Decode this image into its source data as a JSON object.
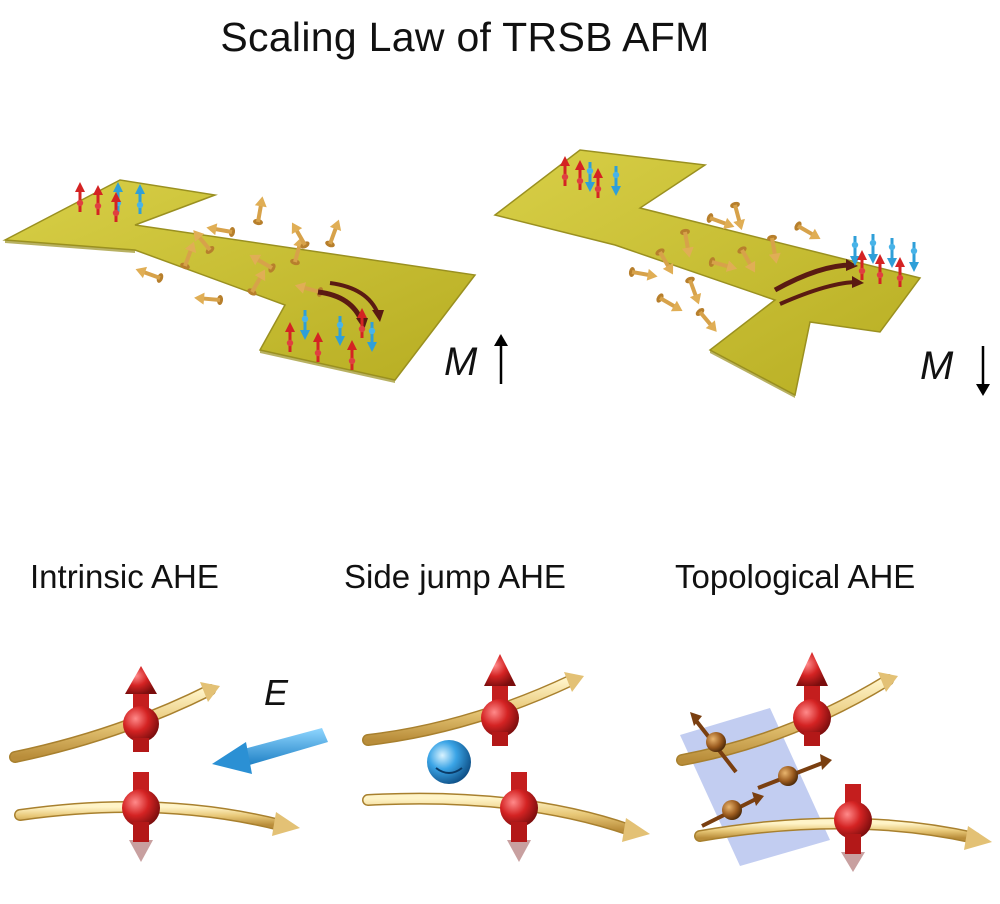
{
  "title": "Scaling Law of TRSB AFM",
  "devices": {
    "left": {
      "magnetization_label": "M"
    },
    "right": {
      "magnetization_label": "M"
    }
  },
  "mechanisms": [
    {
      "label": "Intrinsic AHE"
    },
    {
      "label": "Side jump AHE"
    },
    {
      "label": "Topological AHE"
    }
  ],
  "field_label": "E",
  "colors": {
    "film": "#c9bf2e",
    "film_edge": "#9a9020",
    "spin_red": "#d42323",
    "spin_blue": "#2f9fd8",
    "moment_orange": "#d7a24a",
    "trajectory": "#e7c77a",
    "impurity_blue": "#3aa4e6",
    "plane": "#8fa4e6",
    "curve_arrow": "#5a1a12"
  }
}
